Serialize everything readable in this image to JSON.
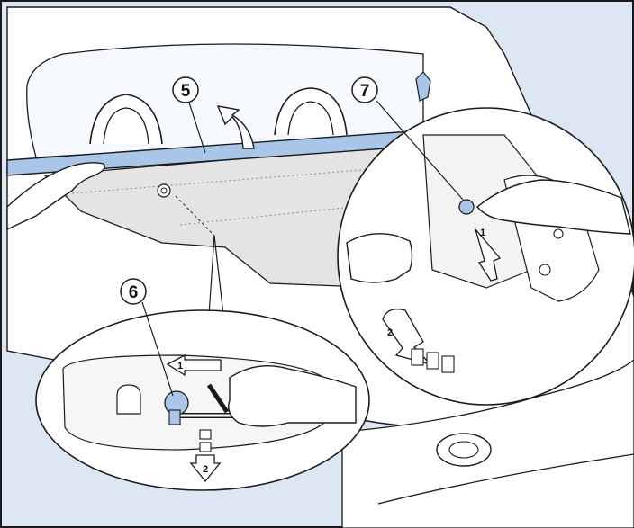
{
  "figure": {
    "colors": {
      "background": "#dde6f3",
      "highlight": "#a9c6e8",
      "line": "#1a1a1a",
      "panel_fill": "#e4e4e4",
      "white": "#ffffff"
    },
    "callouts": [
      {
        "id": "5",
        "label": "5"
      },
      {
        "id": "6",
        "label": "6"
      },
      {
        "id": "7",
        "label": "7"
      }
    ],
    "detail_left": {
      "steps": [
        {
          "label": "1",
          "icon": "arrow-left-icon"
        },
        {
          "label": "2",
          "icon": "arrow-down-icon"
        }
      ]
    },
    "detail_right": {
      "steps": [
        {
          "label": "1",
          "icon": "arrow-up-icon"
        },
        {
          "label": "2",
          "icon": "curved-arrow-icon"
        }
      ]
    }
  }
}
